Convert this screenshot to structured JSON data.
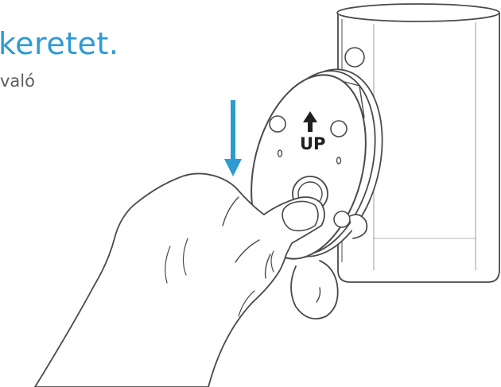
{
  "heading": {
    "title": "keretet.",
    "subtitle": "való"
  },
  "mount": {
    "label": "UP"
  },
  "icons": {
    "direction_arrow": "down-arrow-icon",
    "up_arrow": "up-arrow-icon"
  },
  "colors": {
    "accent": "#2d9bd2",
    "line": "#4a4a4a",
    "text": "#5e5e5e"
  }
}
